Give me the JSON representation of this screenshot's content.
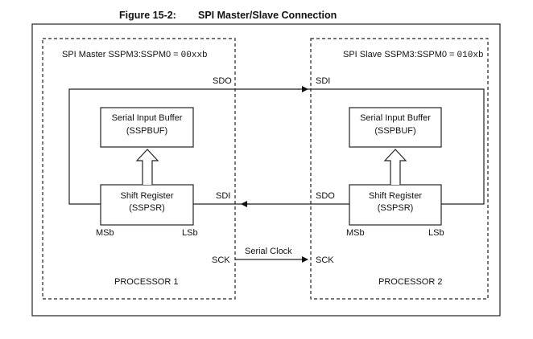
{
  "figure": {
    "number": "Figure 15-2:",
    "title": "SPI Master/Slave Connection"
  },
  "master": {
    "mode_label": "SPI Master SSPM3:SSPM0 = ",
    "mode_value": "00xxb",
    "buffer_line1": "Serial Input Buffer",
    "buffer_line2": "(SSPBUF)",
    "shift_line1": "Shift Register",
    "shift_line2": "(SSPSR)",
    "msb": "MSb",
    "lsb": "LSb",
    "sdo": "SDO",
    "sdi": "SDI",
    "sck": "SCK",
    "processor": "PROCESSOR 1"
  },
  "slave": {
    "mode_label": "SPI Slave SSPM3:SSPM0 = ",
    "mode_value": "010xb",
    "buffer_line1": "Serial Input Buffer",
    "buffer_line2": "(SSPBUF)",
    "shift_line1": "Shift Register",
    "shift_line2": "(SSPSR)",
    "msb": "MSb",
    "lsb": "LSb",
    "sdi": "SDI",
    "sdo": "SDO",
    "sck": "SCK",
    "processor": "PROCESSOR 2"
  },
  "clock_label": "Serial Clock"
}
